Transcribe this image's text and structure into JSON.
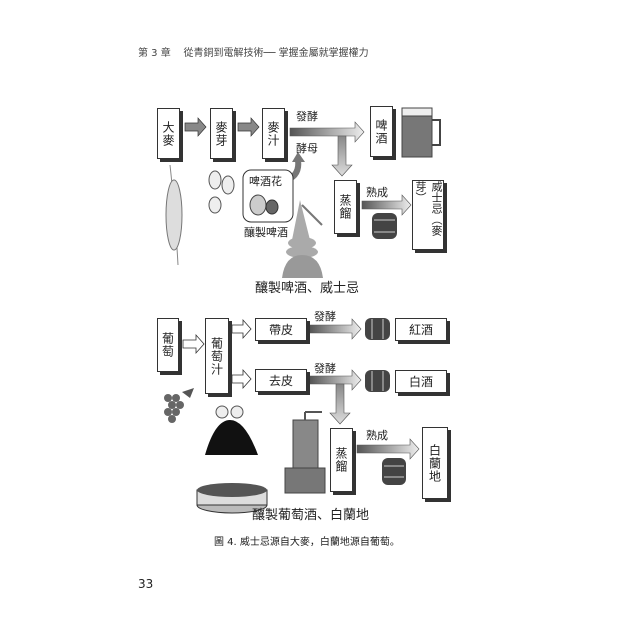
{
  "header": {
    "chapter": "第 3 章",
    "title": "從青銅到電解技術── 掌握金屬就掌握權力"
  },
  "beer_whisky": {
    "barley": "大麥",
    "malt": "麥芽",
    "wort": "麥汁",
    "ferment": "發酵",
    "yeast": "酵母",
    "beer": "啤酒",
    "hops": "啤酒花",
    "brew_beer": "釀製啤酒",
    "distill": "蒸餾",
    "age": "熟成",
    "whisky": "威士忌（麥芽）",
    "caption": "釀製啤酒、威士忌"
  },
  "wine_brandy": {
    "grape": "葡萄",
    "juice": "葡萄汁",
    "with_skin": "帶皮",
    "skinless": "去皮",
    "ferment1": "發酵",
    "ferment2": "發酵",
    "red_wine": "紅酒",
    "white_wine": "白酒",
    "distill": "蒸餾",
    "age": "熟成",
    "brandy": "白蘭地",
    "caption": "釀製葡萄酒、白蘭地"
  },
  "figure_caption": "圖 4. 威士忌源自大麥，白蘭地源自葡萄。",
  "page_number": "33"
}
